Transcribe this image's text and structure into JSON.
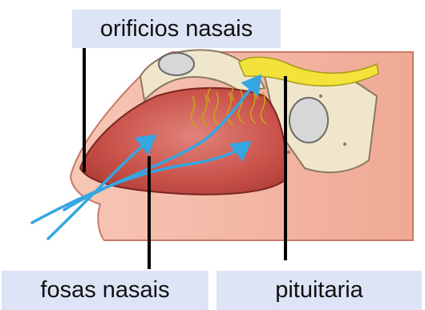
{
  "labels": {
    "nostrils": "orificios nasais",
    "nasal_cavity": "fosas nasais",
    "pituitary": "pituitaria"
  },
  "colors": {
    "label_background": "#dde4f5",
    "skin": "#f2b3a0",
    "cavity": "#c94f47",
    "bone": "#efe6cc",
    "olfactory_area": "#f3e23a",
    "air_arrow": "#35a6e0",
    "pointer_line": "#000000"
  }
}
